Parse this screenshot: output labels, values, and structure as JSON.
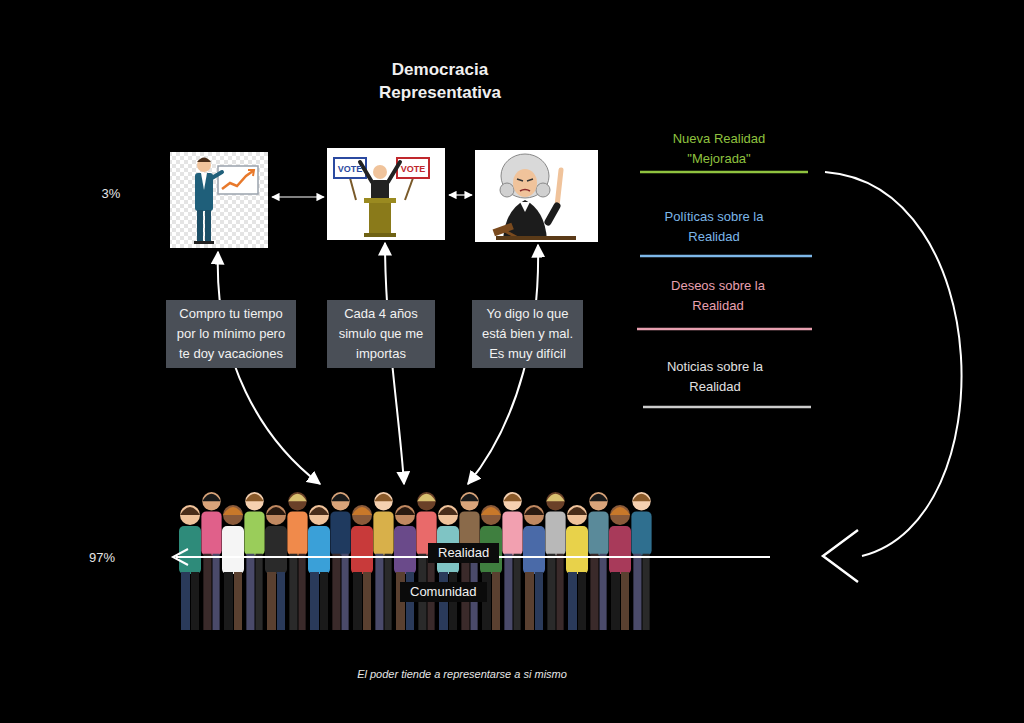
{
  "diagram": {
    "title": "Democracia Representativa",
    "caption": "El poder tiende a representarse a si mismo",
    "nodes": [
      {
        "text": [
          "Compro tu tiempo por lo mínimo pero te doy vacaciones"
        ]
      },
      {
        "text": [
          "Cada 4 años simulo que me importas"
        ]
      },
      {
        "text": [
          "Yo digo lo que está bien y mal. Es muy difícil"
        ]
      },
      {
        "text": [
          "Realidad"
        ]
      },
      {
        "text": [
          "Comunidad"
        ]
      }
    ],
    "labels": [
      "3%",
      "97%",
      "Nueva Realidad \"Mejorada\"",
      "Políticas sobre la Realidad",
      "Deseos sobre la Realidad",
      "Noticias sobre la Realidad",
      "VOTE",
      "VOTE"
    ]
  }
}
